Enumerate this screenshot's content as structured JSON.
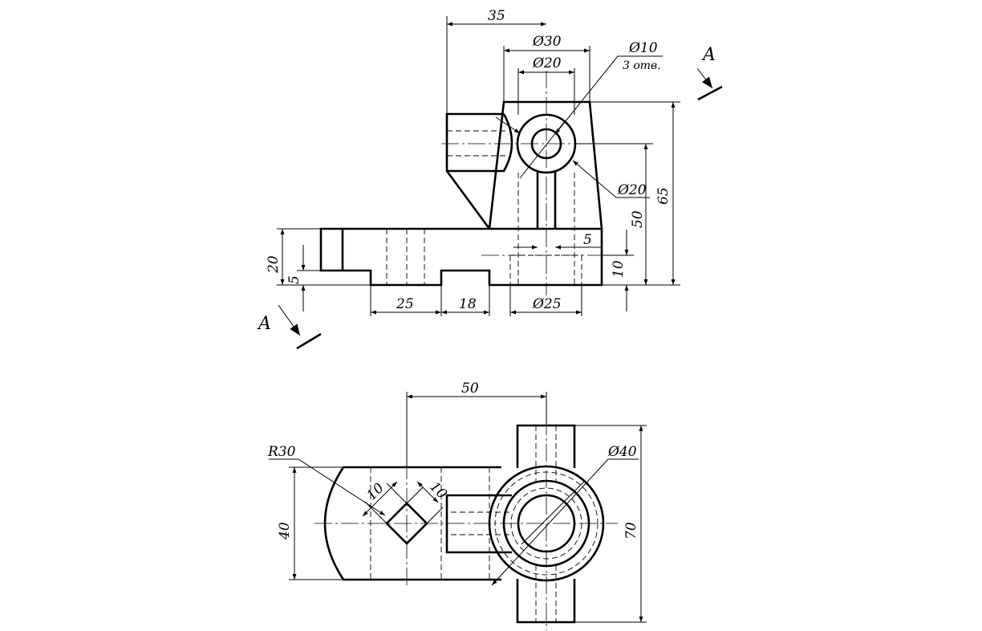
{
  "front_view": {
    "dim_35": "35",
    "dim_d30": "Ø30",
    "dim_d20_top": "Ø20",
    "dim_d10": "Ø10",
    "dim_d10_note": "3 отв.",
    "dim_d20_side": "Ø20",
    "dim_65": "65",
    "dim_50": "50",
    "dim_5_right": "5",
    "dim_10": "10",
    "dim_20": "20",
    "dim_5_left": "5",
    "dim_25": "25",
    "dim_18": "18",
    "dim_d25": "Ø25",
    "section_top": "A",
    "section_bottom": "A"
  },
  "top_view": {
    "dim_50": "50",
    "dim_r30": "R30",
    "dim_10_a": "10",
    "dim_10_b": "10",
    "dim_d40": "Ø40",
    "dim_40": "40",
    "dim_70": "70"
  }
}
